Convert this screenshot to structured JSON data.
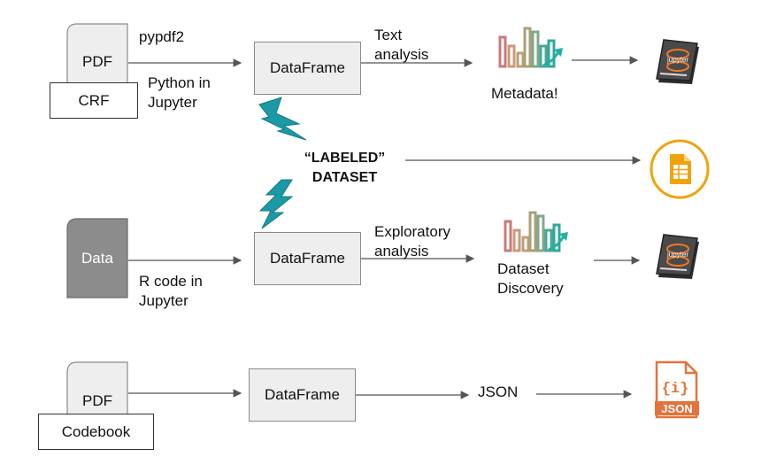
{
  "row1": {
    "doc_label": "PDF",
    "crf_label": "CRF",
    "lib_label": "pypdf2",
    "python_label_1": "Python in",
    "python_label_2": "Jupyter",
    "dataframe_label": "DataFrame",
    "analysis_label_1": "Text",
    "analysis_label_2": "analysis",
    "result_label": "Metadata!",
    "notebook_icon": "jupyter-notebook-icon",
    "chart_icon": "bar-chart-trend-icon"
  },
  "labeled": {
    "line1": "“LABELED”",
    "line2": "DATASET",
    "sheet_icon": "google-sheets-icon",
    "bolt_icon": "lightning-bolt-icon"
  },
  "row2": {
    "doc_label": "Data",
    "r_label_1": "R code in",
    "r_label_2": "Jupyter",
    "dataframe_label": "DataFrame",
    "analysis_label_1": "Exploratory",
    "analysis_label_2": "analysis",
    "result_label_1": "Dataset",
    "result_label_2": "Discovery",
    "notebook_icon": "jupyter-notebook-icon"
  },
  "row3": {
    "doc_label": "PDF",
    "codebook_label": "Codebook",
    "dataframe_label": "DataFrame",
    "json_label": "JSON",
    "json_icon_text": "JSON",
    "json_icon_brace": "{i}"
  },
  "colors": {
    "teal": "#1b9aa6",
    "orange": "#f0a30a",
    "json_orange": "#e2733a",
    "box_fill": "#eeeeee"
  }
}
